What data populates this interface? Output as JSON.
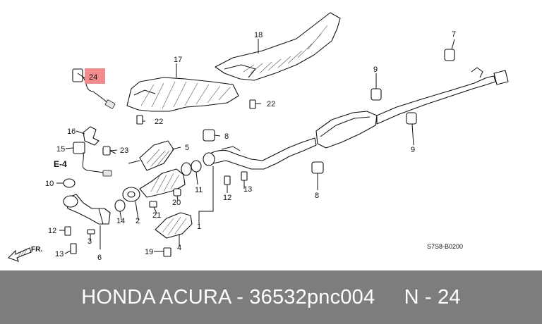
{
  "diagram": {
    "callouts": [
      "24",
      "17",
      "18",
      "7",
      "9",
      "22",
      "16",
      "15",
      "23",
      "5",
      "8",
      "E-4",
      "10",
      "11",
      "12",
      "13",
      "14",
      "2",
      "21",
      "20",
      "1",
      "3",
      "4",
      "6",
      "19"
    ],
    "highlight_color": "#f28c8c",
    "diagram_code": "S7S8-B0200",
    "direction_label": "FR."
  },
  "footer": {
    "caption": "HONDA ACURA - 36532pnc004     N - 24",
    "background": "#7d7d7d"
  }
}
